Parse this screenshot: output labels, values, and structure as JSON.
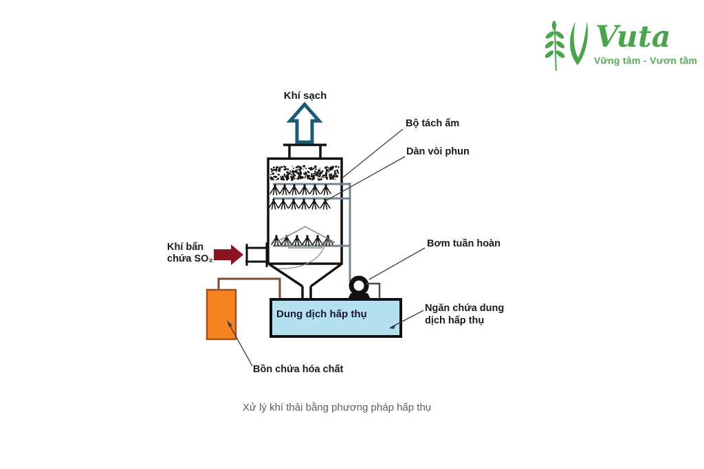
{
  "logo": {
    "brand": "Vuta",
    "tagline": "Vững tâm - Vươn tầm",
    "brand_color": "#4aa44c",
    "tagline_color": "#58a758"
  },
  "diagram": {
    "caption": "Xử lý khí thải bằng phương pháp hấp thụ",
    "labels": {
      "clean_gas": "Khí sạch",
      "mist_separator": "Bộ tách ẩm",
      "spray_header": "Dàn vòi phun",
      "dirty_gas_line1": "Khí bẩn",
      "dirty_gas_line2": "chứa SO₂",
      "pump": "Bơm tuần hoàn",
      "solution_compartment_line1": "Ngăn chứa dung",
      "solution_compartment_line2": "dịch hấp thụ",
      "solution": "Dung dịch hấp thụ",
      "chemical_tank": "Bồn chứa hóa chất"
    },
    "colors": {
      "clean_arrow": "#1a5a74",
      "dirty_arrow": "#8c1421",
      "solution_tank_fill": "#b5e0ef",
      "chemical_tank_fill": "#f5831f",
      "chemical_tank_border": "#a14f1e",
      "brown_pipe": "#7b4a38",
      "gray_pipe": "#76858c",
      "outline": "#111111"
    }
  }
}
